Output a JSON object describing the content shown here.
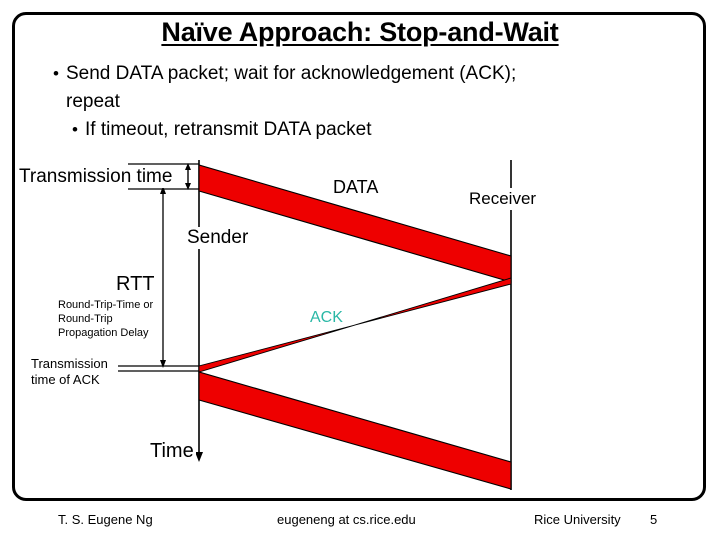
{
  "slide": {
    "title": "Naïve Approach: Stop-and-Wait",
    "bullets": [
      "Send DATA packet; wait for acknowledgement (ACK);",
      "repeat",
      "If timeout, retransmit DATA packet"
    ],
    "bullet_mark": "•"
  },
  "diagram": {
    "transmission_time_label": "Transmission time",
    "sender_label": "Sender",
    "receiver_label": "Receiver",
    "data_label": "DATA",
    "ack_label": "ACK",
    "rtt_label": "RTT",
    "rtt_description_lines": [
      "Round-Trip-Time or",
      "Round-Trip",
      "Propagation Delay"
    ],
    "transmission_time_of_ack_lines": [
      "Transmission",
      "time of ACK"
    ],
    "time_axis_label": "Time",
    "colors": {
      "packet_red": "#ee0000",
      "packet_outline": "#000000",
      "ack_text_teal": "#2ab8a6",
      "timeline_black": "#000000",
      "frame_black": "#000000",
      "background": "#ffffff"
    }
  },
  "footer": {
    "author": "T. S. Eugene Ng",
    "email": "eugeneng at cs.rice.edu",
    "organization": "Rice University",
    "page_number": "5"
  }
}
